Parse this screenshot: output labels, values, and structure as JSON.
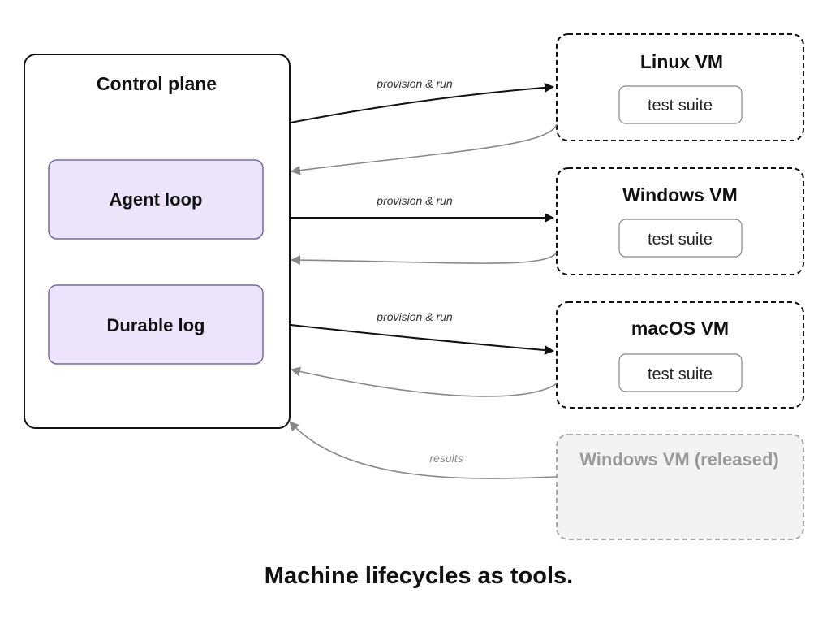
{
  "control_plane": {
    "title": "Control plane",
    "components": [
      "Agent loop",
      "Durable log"
    ]
  },
  "vms": [
    {
      "title": "Linux VM",
      "job": "test suite"
    },
    {
      "title": "Windows VM",
      "job": "test suite"
    },
    {
      "title": "macOS VM",
      "job": "test suite"
    }
  ],
  "released_vm": {
    "title": "Windows VM (released)"
  },
  "edges": {
    "provision_label": "provision & run",
    "results_label": "results"
  },
  "caption": "Machine lifecycles as tools.",
  "colors": {
    "component_fill": "#ece4fb",
    "component_stroke": "#7a6a99",
    "forward_arrow": "#111111",
    "return_arrow": "#888888",
    "released_fill": "#f3f3f3",
    "released_stroke": "#aaaaaa"
  }
}
